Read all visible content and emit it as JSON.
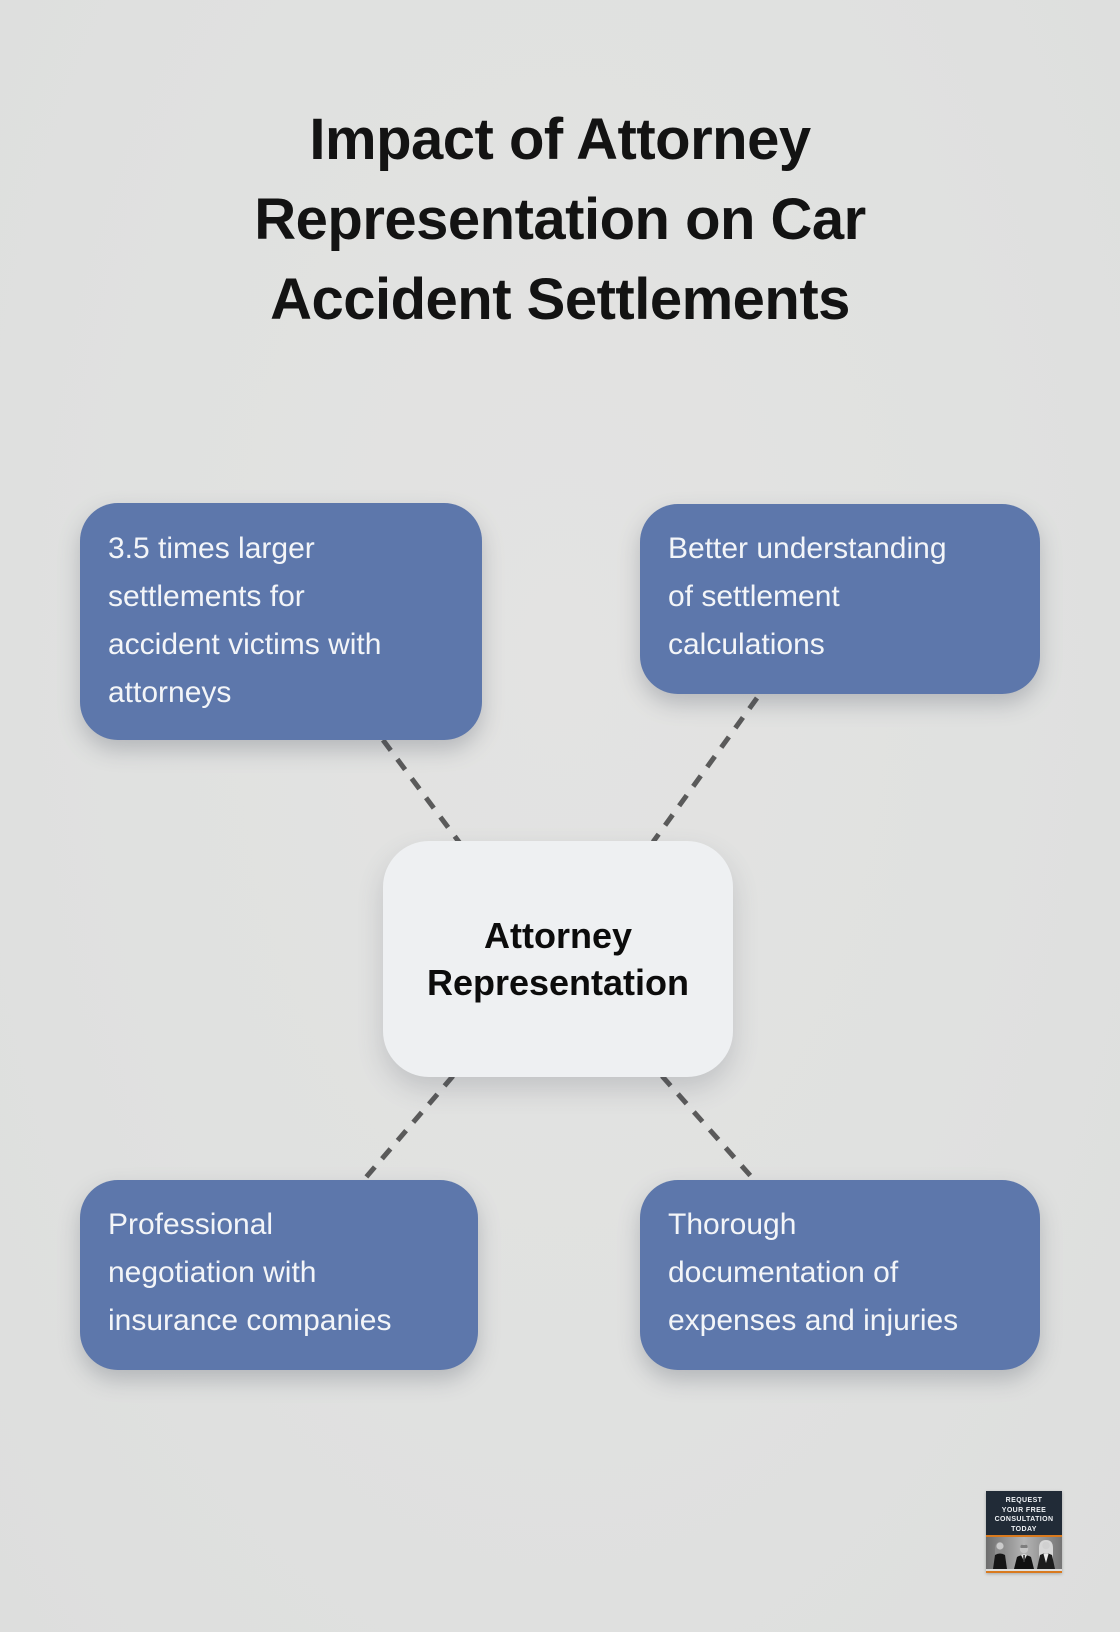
{
  "page": {
    "background_color": "#e0e1e0",
    "title": "Impact of Attorney Representation on Car Accident Settlements",
    "title_lines": [
      "Impact of Attorney",
      "Representation on Car",
      "Accident Settlements"
    ]
  },
  "diagram": {
    "node_color": "#5d77ab",
    "node_text_color": "#f3f5f8",
    "connector_color": "#5a5a5a",
    "center": {
      "bg_color": "#eef0f2",
      "text": "Attorney Representation",
      "lines": [
        "Attorney",
        "Representation"
      ]
    },
    "nodes": [
      {
        "position": "top-left",
        "text": "3.5 times larger settlements for accident victims with attorneys",
        "lines": [
          "3.5 times larger",
          "settlements for",
          "accident victims with",
          "attorneys"
        ]
      },
      {
        "position": "top-right",
        "text": "Better understanding of settlement calculations",
        "lines": [
          "Better understanding",
          "of settlement",
          "calculations"
        ]
      },
      {
        "position": "bottom-left",
        "text": "Professional negotiation with insurance companies",
        "lines": [
          "Professional",
          "negotiation with",
          "insurance companies"
        ]
      },
      {
        "position": "bottom-right",
        "text": "Thorough documentation of expenses and injuries",
        "lines": [
          "Thorough",
          "documentation of",
          "expenses and injuries"
        ]
      }
    ]
  },
  "badge": {
    "text": "REQUEST YOUR FREE CONSULTATION TODAY",
    "lines": [
      "REQUEST",
      "YOUR FREE",
      "CONSULTATION",
      "TODAY"
    ],
    "bg_color": "#212b37",
    "accent_color": "#d97a1e",
    "photo": "three-attorneys-photo"
  }
}
